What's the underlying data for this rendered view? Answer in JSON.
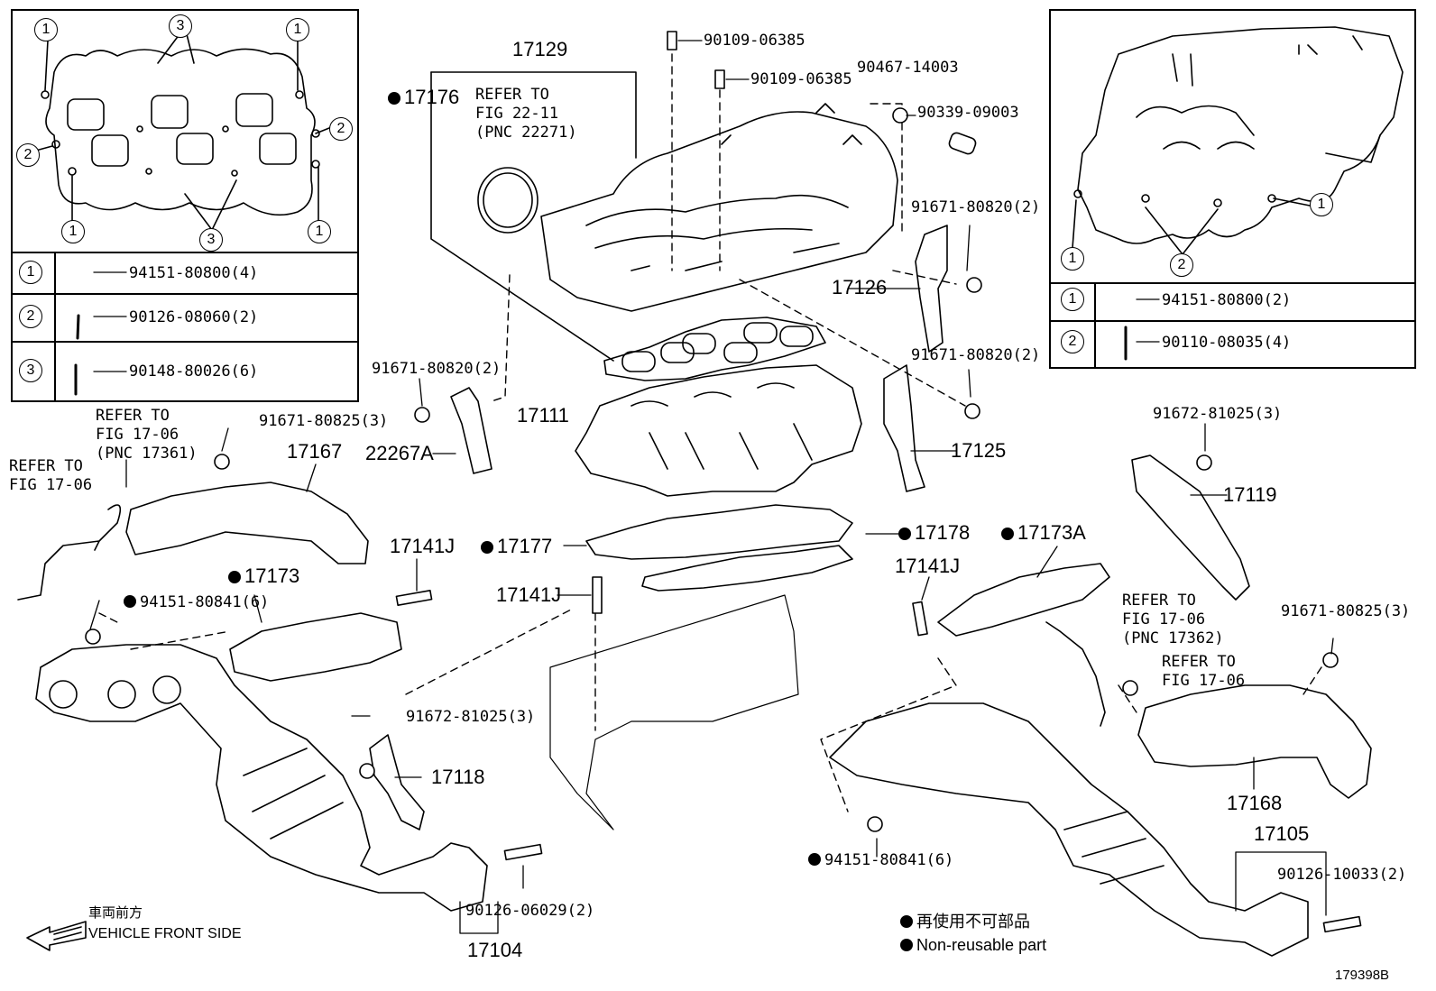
{
  "diagram_id": "179398B",
  "legend": {
    "jp": "再使用不可部品",
    "en": "Non-reusable part"
  },
  "direction": {
    "jp": "車両前方",
    "en": "VEHICLE FRONT SIDE"
  },
  "left_inset": {
    "rows": [
      {
        "num": "1",
        "part": "94151-80800(4)"
      },
      {
        "num": "2",
        "part": "90126-08060(2)"
      },
      {
        "num": "3",
        "part": "90148-80026(6)"
      }
    ]
  },
  "right_inset": {
    "rows": [
      {
        "num": "1",
        "part": "94151-80800(2)"
      },
      {
        "num": "2",
        "part": "90110-08035(4)"
      }
    ]
  },
  "callout_nums": {
    "one": "1",
    "two": "2",
    "three": "3"
  },
  "labels": {
    "p17129": "17129",
    "p17176": "17176",
    "p90109a": "90109-06385",
    "p90109b": "90109-06385",
    "p90467": "90467-14003",
    "p90339": "90339-09003",
    "p91671_top": "91671-80820(2)",
    "p17126": "17126",
    "p91671_mid": "91671-80820(2)",
    "p91671_left": "91671-80820(2)",
    "p17111": "17111",
    "p22267A": "22267A",
    "p17125": "17125",
    "p91672_right": "91672-81025(3)",
    "p17119": "17119",
    "p91671_825_left": "91671-80825(3)",
    "p17167": "17167",
    "p17177": "17177",
    "p17178": "17178",
    "p17173A": "17173A",
    "p17141J_a": "17141J",
    "p17141J_b": "17141J",
    "p17141J_c": "17141J",
    "p17173": "17173",
    "p94151_841_a": "94151-80841(6)",
    "p94151_841_b": "94151-80841(6)",
    "p91672_left": "91672-81025(3)",
    "p17118": "17118",
    "p90126_06029": "90126-06029(2)",
    "p17104": "17104",
    "p91671_825_right": "91671-80825(3)",
    "p17168": "17168",
    "p17105": "17105",
    "p90126_10033": "90126-10033(2)"
  },
  "refs": {
    "r_22_11": "REFER TO\nFIG 22-11\n(PNC 22271)",
    "r_17361": "REFER TO\nFIG 17-06\n(PNC 17361)",
    "r_17_06_left": "REFER TO\nFIG 17-06",
    "r_17362": "REFER TO\nFIG 17-06\n(PNC 17362)",
    "r_17_06_right": "REFER TO\nFIG 17-06"
  }
}
